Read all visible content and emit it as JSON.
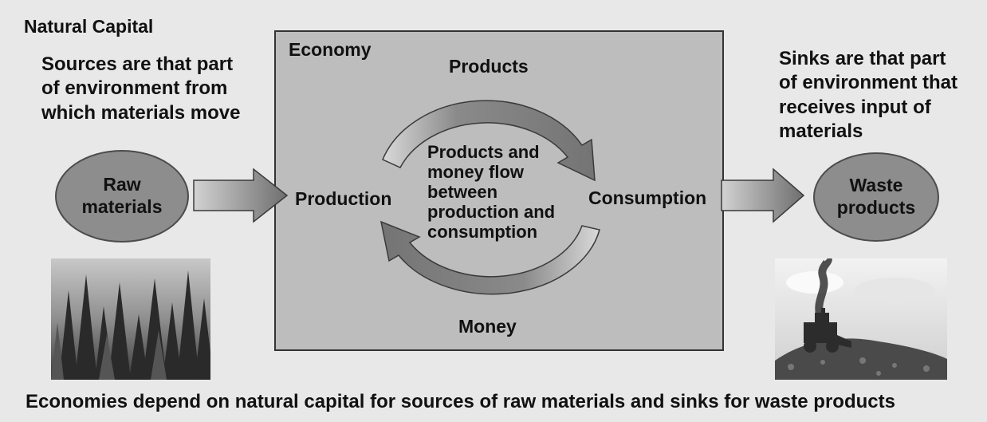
{
  "header": {
    "title": "Natural Capital"
  },
  "sources": {
    "bold": "Sources",
    "rest_line1": " are that part",
    "line2": "of environment from",
    "line3": "which materials move"
  },
  "sinks": {
    "bold": "Sinks",
    "rest_line1": " are that part",
    "line2": "of environment that",
    "line3": "receives input of",
    "line4": "materials"
  },
  "raw_materials": {
    "line1": "Raw",
    "line2": "materials"
  },
  "waste_products": {
    "line1": "Waste",
    "line2": "products"
  },
  "economy": {
    "title": "Economy",
    "products": "Products",
    "money": "Money",
    "production": "Production",
    "consumption": "Consumption",
    "center_lines": [
      "Products and",
      "money flow",
      "between",
      "production and",
      "consumption"
    ]
  },
  "footer": "Economies depend on natural capital for sources of raw materials and sinks for waste products",
  "colors": {
    "background": "#e8e8e8",
    "box": "#bdbdbd",
    "oval": "#8d8d8d",
    "arrow_dark": "#6e6e6e",
    "arrow_light": "#c9c9c9"
  }
}
